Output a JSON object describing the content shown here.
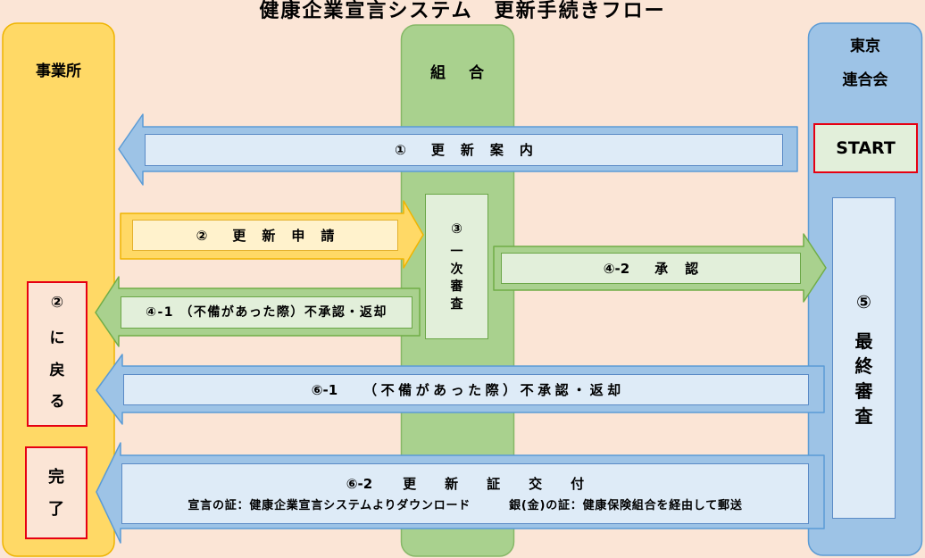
{
  "title": "健康企業宣言システム　更新手続きフロー",
  "lanes": {
    "office": "事業所",
    "union": "組合",
    "federation_line1": "東京",
    "federation_line2": "連合会"
  },
  "start": "START",
  "step1": {
    "num": "①",
    "label": "更新案内"
  },
  "step2": {
    "num": "②",
    "label": "更新申請"
  },
  "step3": {
    "num": "③",
    "label": "一次審査"
  },
  "step4_1": {
    "text": "④-1 （不備があった際）不承認・返却"
  },
  "step4_2": {
    "num": "④-2",
    "label": "承認"
  },
  "return_to_step2": {
    "num": "②",
    "label": "に戻る"
  },
  "step5": {
    "num": "⑤",
    "label": "最終審査"
  },
  "step6_1": {
    "num": "⑥-1",
    "label": "（不備があった際）不承認・返却"
  },
  "step6_2": {
    "num": "⑥-2",
    "label": "更新証交付",
    "declaration_certificate": "宣言の証：健康企業宣言システムよりダウンロード",
    "silver_gold_certificate": "銀(金)の証：健康保険組合を経由して郵送"
  },
  "complete": "完了",
  "colors": {
    "background": "#fbe5d6",
    "office_lane": "#ffd966",
    "union_lane": "#a9d18e",
    "federation_lane": "#9dc3e6",
    "highlight_border": "#e60012"
  }
}
